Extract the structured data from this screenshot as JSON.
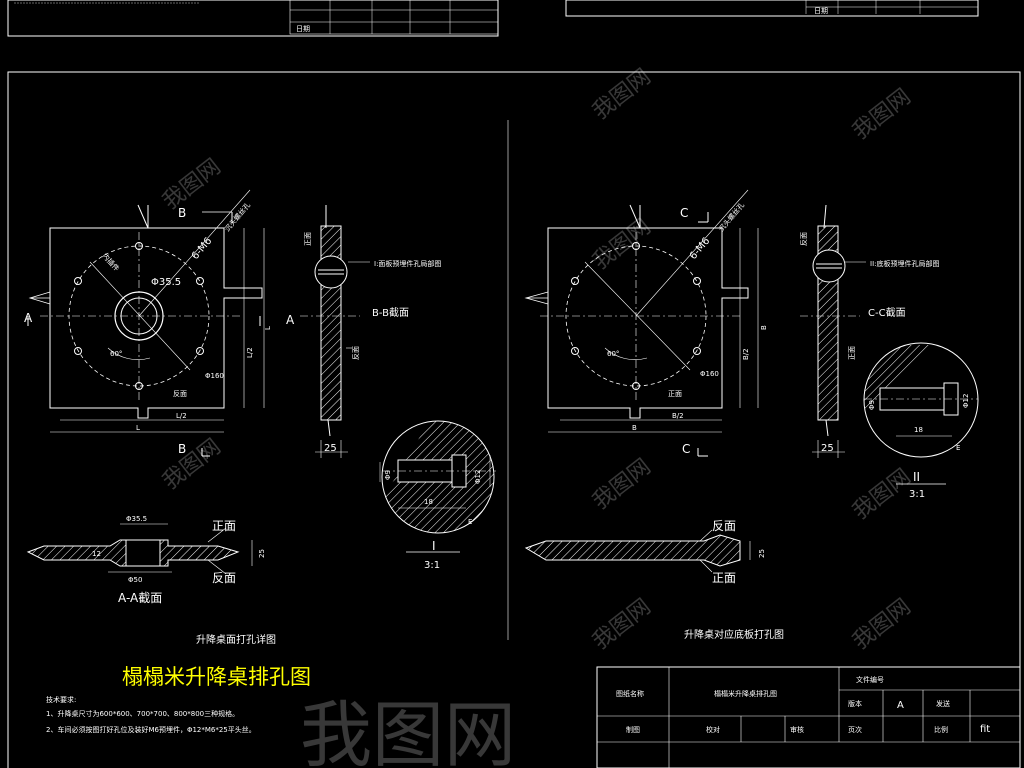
{
  "drawing_title": "榻榻米升降桌排孔图",
  "left_view": {
    "caption": "升降桌面打孔详图",
    "section_letter_top": "B",
    "section_letter_bottom": "B",
    "section_letter_left": "A",
    "section_letter_right": "A",
    "hole_spec": "6-M6",
    "hole_spec_note": "沉头螺丝孔",
    "inner_dia": "Φ35.5",
    "pcd": "Φ160",
    "angle": "60°",
    "inner_note": "内插件",
    "face_label": "反面",
    "dim_half_width": "L/2",
    "dim_width": "L",
    "dim_half_height": "L/2",
    "dim_height": "L"
  },
  "left_section": {
    "label": "B-B截面",
    "detail_note": "I:面板预埋件孔局部图",
    "side_top": "正面",
    "side_bottom": "反面",
    "thickness": "25"
  },
  "detail_1": {
    "label": "I",
    "scale": "3:1",
    "dia_small": "Φ9",
    "dia_large": "Φ12",
    "length": "18",
    "mark": "E"
  },
  "aa_section": {
    "label": "A-A截面",
    "dim_top": "Φ35.5",
    "dim_bottom": "Φ50",
    "dim_left": "12",
    "thickness": "25",
    "face_front": "正面",
    "face_back": "反面"
  },
  "right_view": {
    "caption": "升降桌对应底板打孔图",
    "section_letter_top": "C",
    "section_letter_bottom": "C",
    "hole_spec": "6-M6",
    "hole_spec_note": "沉头螺丝孔",
    "pcd": "Φ160",
    "angle": "60°",
    "face_label": "正面",
    "dim_half_width": "B/2",
    "dim_width": "B",
    "dim_half_height": "B/2",
    "dim_height": "B"
  },
  "right_section": {
    "label": "C-C截面",
    "detail_note": "II:底板预埋件孔局部图",
    "side_top": "反面",
    "side_bottom": "正面",
    "thickness": "25"
  },
  "detail_2": {
    "label": "II",
    "scale": "3:1",
    "dia_small": "Φ9",
    "dia_large": "Φ12",
    "length": "18",
    "mark": "E"
  },
  "cc_section": {
    "thickness": "25",
    "face_back": "反面",
    "face_front": "正面"
  },
  "notes": {
    "heading": "技术要求:",
    "line1": "1、升降桌尺寸为600*600、700*700、800*800三种规格。",
    "line2": "2、车间必须按图打好孔位及装好M6预埋件，Φ12*M6*25平头丝。"
  },
  "title_block": {
    "drawing_name_label": "图纸名称",
    "drawing_name_value": "榻榻米升降桌排孔图",
    "file_no_label": "文件编号",
    "version_label": "版本",
    "version_value": "A",
    "issue_label": "发送",
    "draw_label": "制图",
    "check_label": "校对",
    "review_label": "审核",
    "page_label": "页次",
    "scale_label": "比例",
    "scale_value": "fit"
  },
  "top_fragments": {
    "left_row_label": "日期",
    "right_row_label": "日期"
  },
  "watermark": {
    "text": "我图网"
  },
  "colors": {
    "background": "#000000",
    "lines": "#ffffff",
    "title": "#ffff00"
  }
}
